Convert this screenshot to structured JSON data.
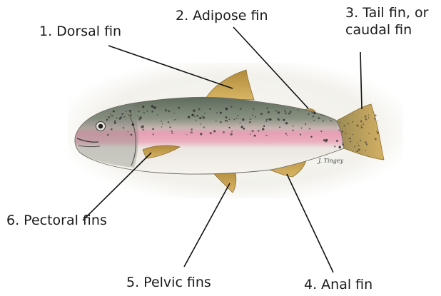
{
  "labels": {
    "dorsal": "1. Dorsal fin",
    "adipose": "2. Adipose fin",
    "tail_line1": "3. Tail fin, or",
    "tail_line2": "caudal fin",
    "anal": "4. Anal fin",
    "pelvic": "5. Pelvic fins",
    "pectoral": "6. Pectoral fins"
  },
  "illustration": {
    "subject": "rainbow-trout",
    "signature": "J. Tingey"
  },
  "colors": {
    "text": "#1a1a1a",
    "leader_line": "#111111",
    "body_back": "#6f7a6d",
    "lateral_stripe": "#e79fb4",
    "belly": "#f3f1ea",
    "fins": "#c49a48",
    "spots": "#2c2c2c",
    "background_glow": "#f1f1ec"
  }
}
